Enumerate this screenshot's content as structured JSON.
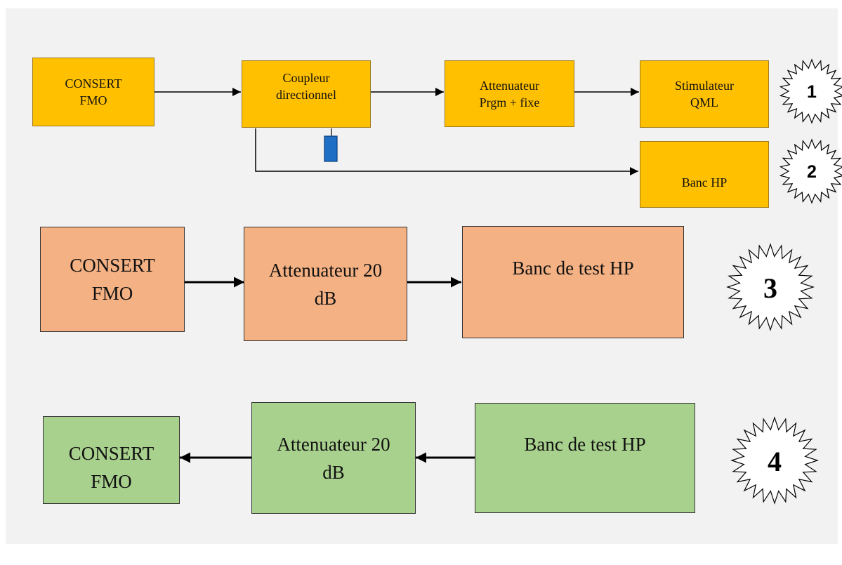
{
  "row1": {
    "consert": "CONSERT\nFMO",
    "coupleur": "Coupleur\ndirectionnel",
    "attenuateur": "Attenuateur\nPrgm + fixe",
    "stimulateur": "Stimulateur\nQML",
    "banc_hp": "Banc HP",
    "badge1": "1",
    "badge2": "2"
  },
  "row3": {
    "consert": "CONSERT\nFMO",
    "attenuateur": "Attenuateur 20\ndB",
    "banc": "Banc de test HP",
    "badge": "3"
  },
  "row4": {
    "consert": "CONSERT\nFMO",
    "attenuateur": "Attenuateur 20\ndB",
    "banc": "Banc de test HP",
    "badge": "4"
  },
  "colors": {
    "orange": "#ffc000",
    "salmon": "#f4b183",
    "green": "#a9d18e",
    "load_blue": "#1f6fc5"
  }
}
